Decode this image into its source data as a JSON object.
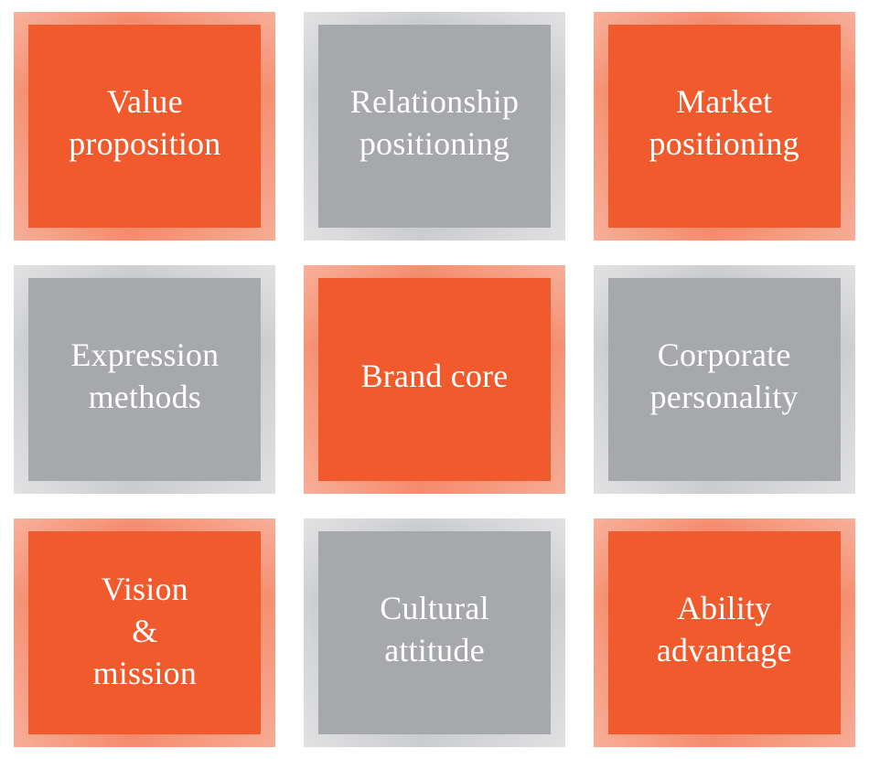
{
  "diagram": {
    "title": "Brand core nine-grid",
    "type": "3x3-grid",
    "colors": {
      "orange": "#f05a2d",
      "orange_bevel": "#f8a585",
      "gray": "#a6a8ab",
      "gray_bevel": "#c9cacb",
      "text": "#ffffff",
      "background": "#ffffff"
    },
    "cells": [
      {
        "id": "value-proposition",
        "label": "Value\nproposition",
        "color": "orange",
        "row": 1,
        "col": 1
      },
      {
        "id": "relationship-positioning",
        "label": "Relationship\npositioning",
        "color": "gray",
        "row": 1,
        "col": 2
      },
      {
        "id": "market-positioning",
        "label": "Market\npositioning",
        "color": "orange",
        "row": 1,
        "col": 3
      },
      {
        "id": "expression-methods",
        "label": "Expression\nmethods",
        "color": "gray",
        "row": 2,
        "col": 1
      },
      {
        "id": "brand-core",
        "label": "Brand core",
        "color": "orange",
        "row": 2,
        "col": 2
      },
      {
        "id": "corporate-personality",
        "label": "Corporate\npersonality",
        "color": "gray",
        "row": 2,
        "col": 3
      },
      {
        "id": "vision-and-mission",
        "label": "Vision\n&\nmission",
        "color": "orange",
        "row": 3,
        "col": 1
      },
      {
        "id": "cultural-attitude",
        "label": "Cultural\nattitude",
        "color": "gray",
        "row": 3,
        "col": 2
      },
      {
        "id": "ability-advantage",
        "label": "Ability\nadvantage",
        "color": "orange",
        "row": 3,
        "col": 3
      }
    ]
  }
}
